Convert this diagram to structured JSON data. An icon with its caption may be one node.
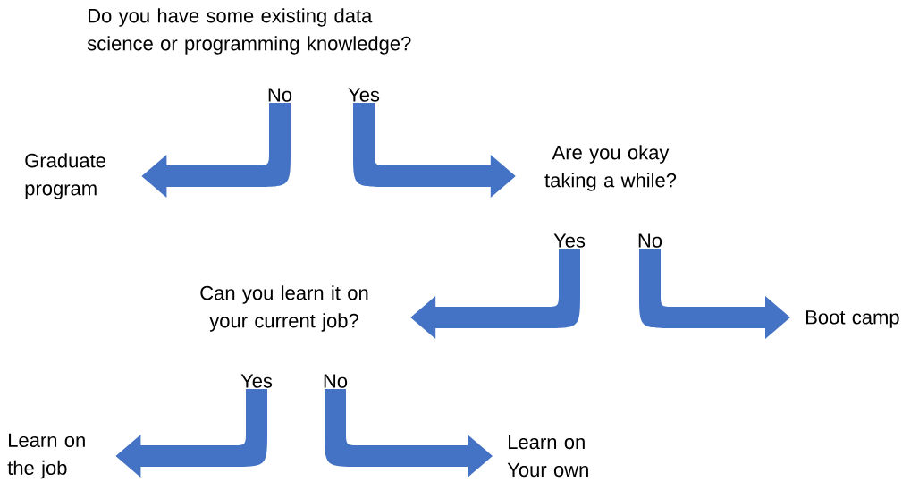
{
  "diagram": {
    "nodes": [
      {
        "text": [
          "Do you have some existing data science or programming knowledge?"
        ]
      },
      {
        "text": [
          "Graduate program"
        ]
      },
      {
        "text": [
          "Are you okay taking a while?"
        ]
      },
      {
        "text": [
          "Can you learn it on your current job?"
        ]
      },
      {
        "text": [
          "Boot camp"
        ]
      },
      {
        "text": [
          "Learn on the job"
        ]
      },
      {
        "text": [
          "Learn on Your own"
        ]
      }
    ],
    "edges": [
      {
        "from": 0,
        "to": 1,
        "arrow": "to",
        "label": "No"
      },
      {
        "from": 0,
        "to": 2,
        "arrow": "to",
        "label": "Yes"
      },
      {
        "from": 2,
        "to": 3,
        "arrow": "to",
        "label": "Yes"
      },
      {
        "from": 2,
        "to": 4,
        "arrow": "to",
        "label": "No"
      },
      {
        "from": 3,
        "to": 5,
        "arrow": "to",
        "label": "Yes"
      },
      {
        "from": 3,
        "to": 6,
        "arrow": "to",
        "label": "No"
      }
    ]
  }
}
